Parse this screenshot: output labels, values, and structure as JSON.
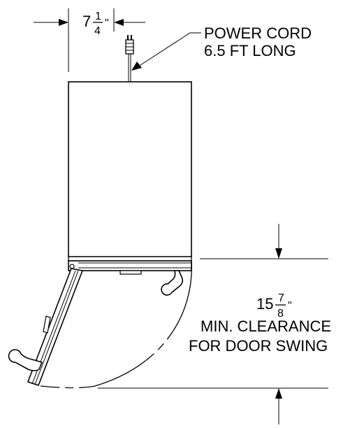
{
  "width_dimension": {
    "whole": "7",
    "numerator": "1",
    "denominator": "4",
    "unit": "\""
  },
  "power_cord": {
    "line1": "POWER CORD",
    "line2": "6.5 FT LONG"
  },
  "clearance_dimension": {
    "whole": "15",
    "numerator": "7",
    "denominator": "8",
    "unit": "\""
  },
  "clearance_note": {
    "line1": "MIN. CLEARANCE",
    "line2": "FOR DOOR SWING"
  }
}
